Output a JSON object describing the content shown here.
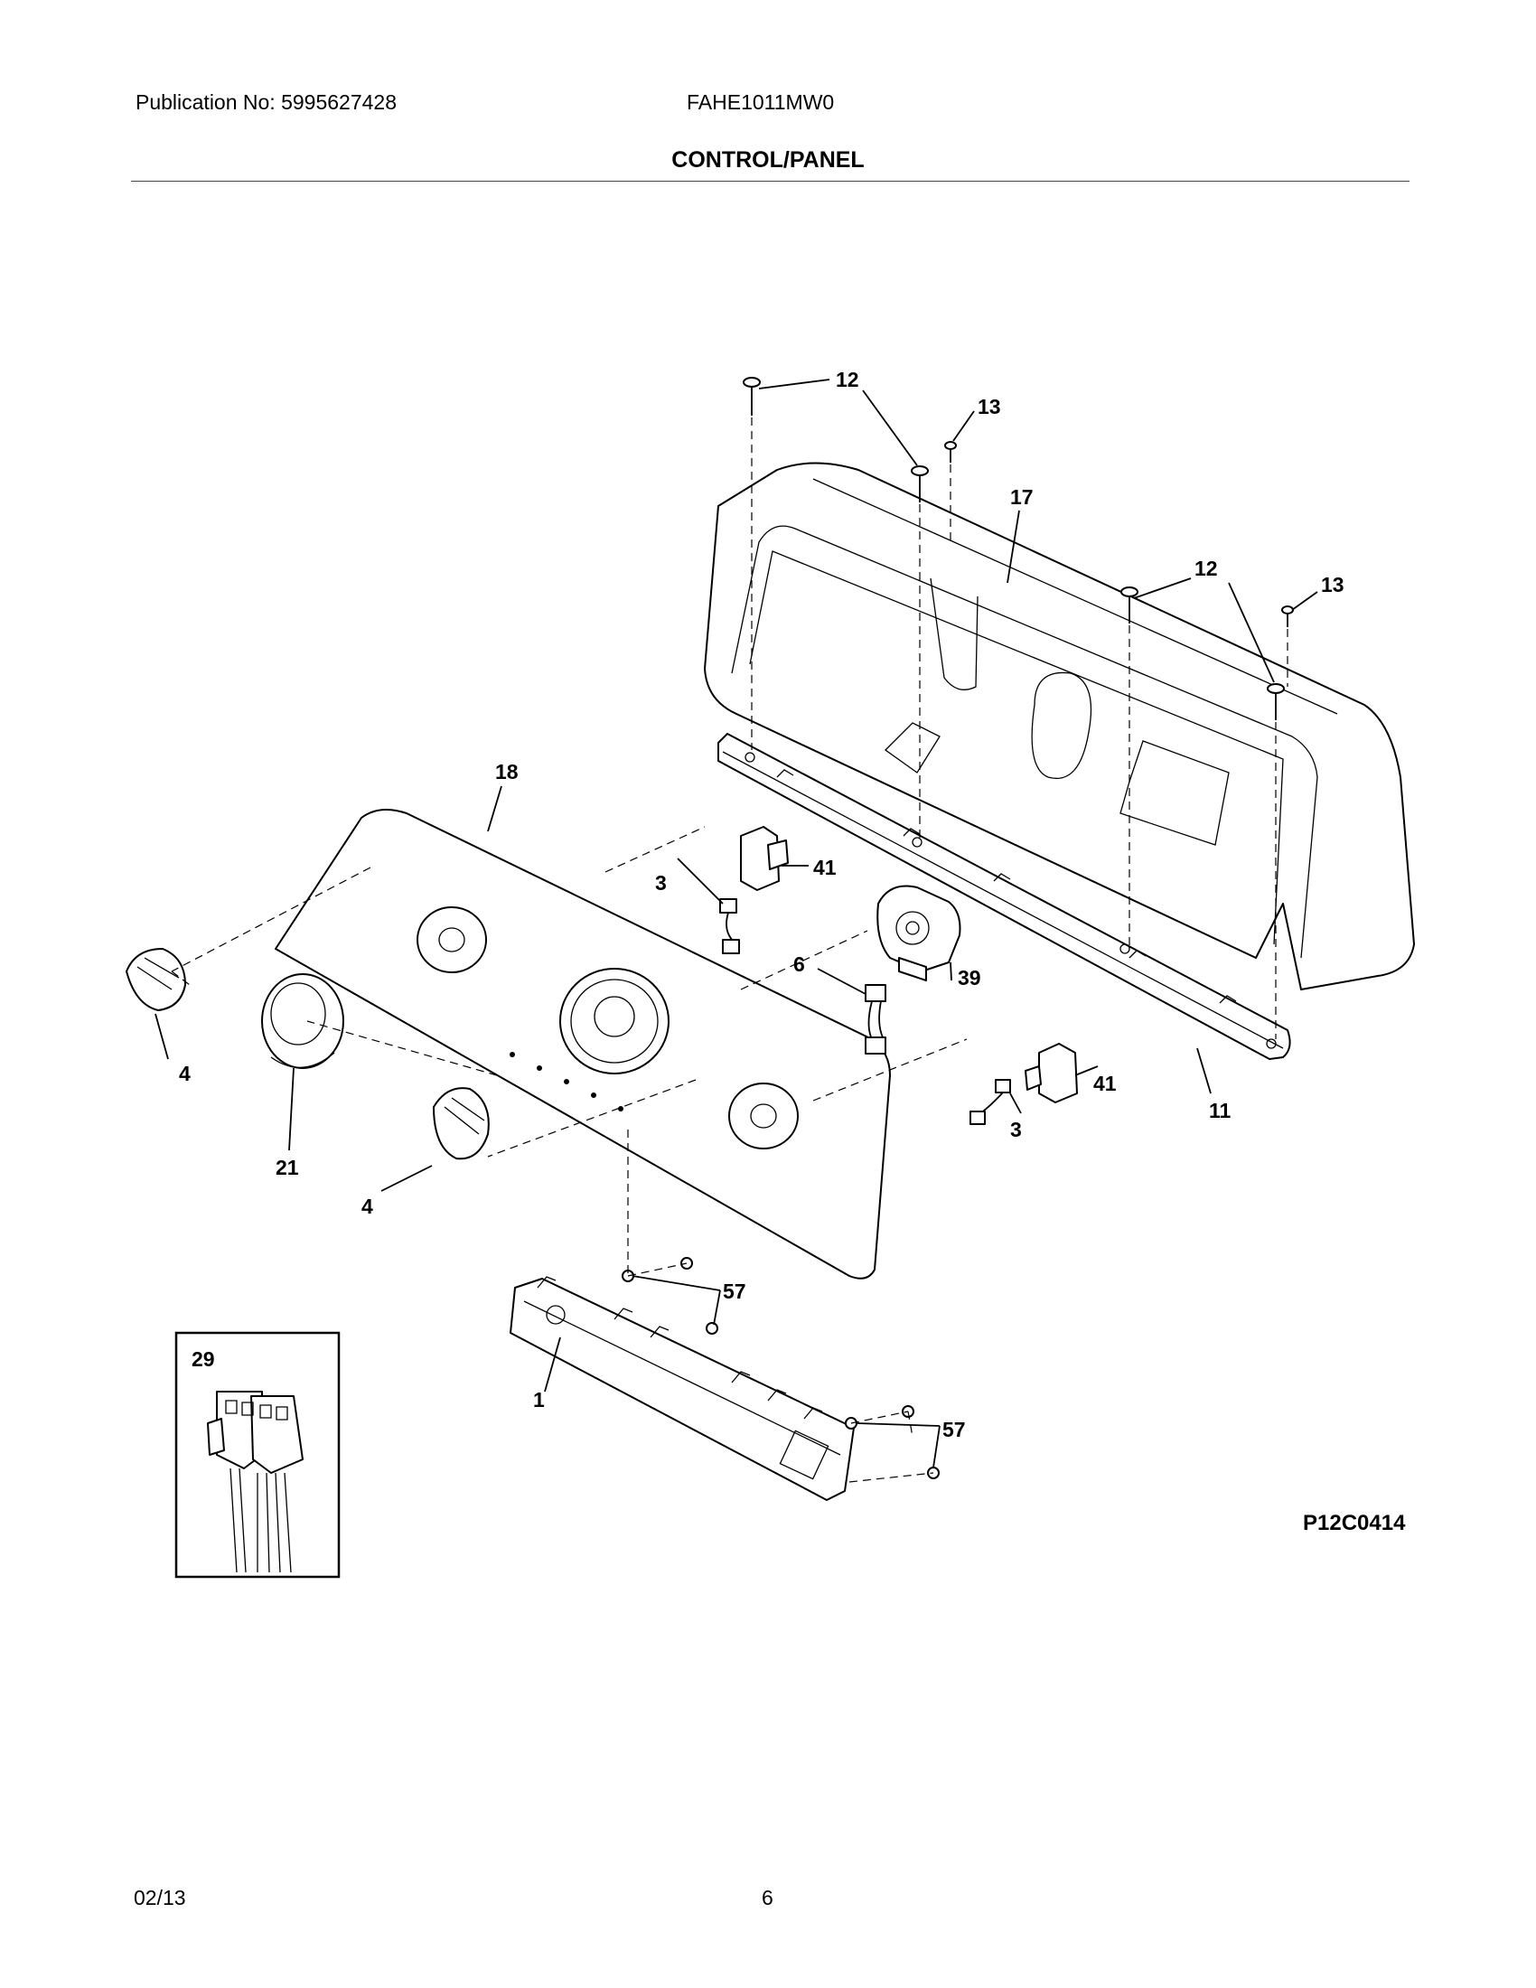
{
  "header": {
    "publication": "Publication No: 5995627428",
    "model": "FAHE1011MW0",
    "title": "CONTROL/PANEL"
  },
  "footer": {
    "date": "02/13",
    "page_number": "6",
    "diagram_code": "P12C0414"
  },
  "callouts": {
    "c1": "1",
    "c3a": "3",
    "c3b": "3",
    "c4a": "4",
    "c4b": "4",
    "c6": "6",
    "c11": "11",
    "c12a": "12",
    "c12b": "12",
    "c13a": "13",
    "c13b": "13",
    "c17": "17",
    "c18": "18",
    "c21": "21",
    "c29": "29",
    "c39": "39",
    "c41a": "41",
    "c41b": "41",
    "c57a": "57",
    "c57b": "57"
  }
}
